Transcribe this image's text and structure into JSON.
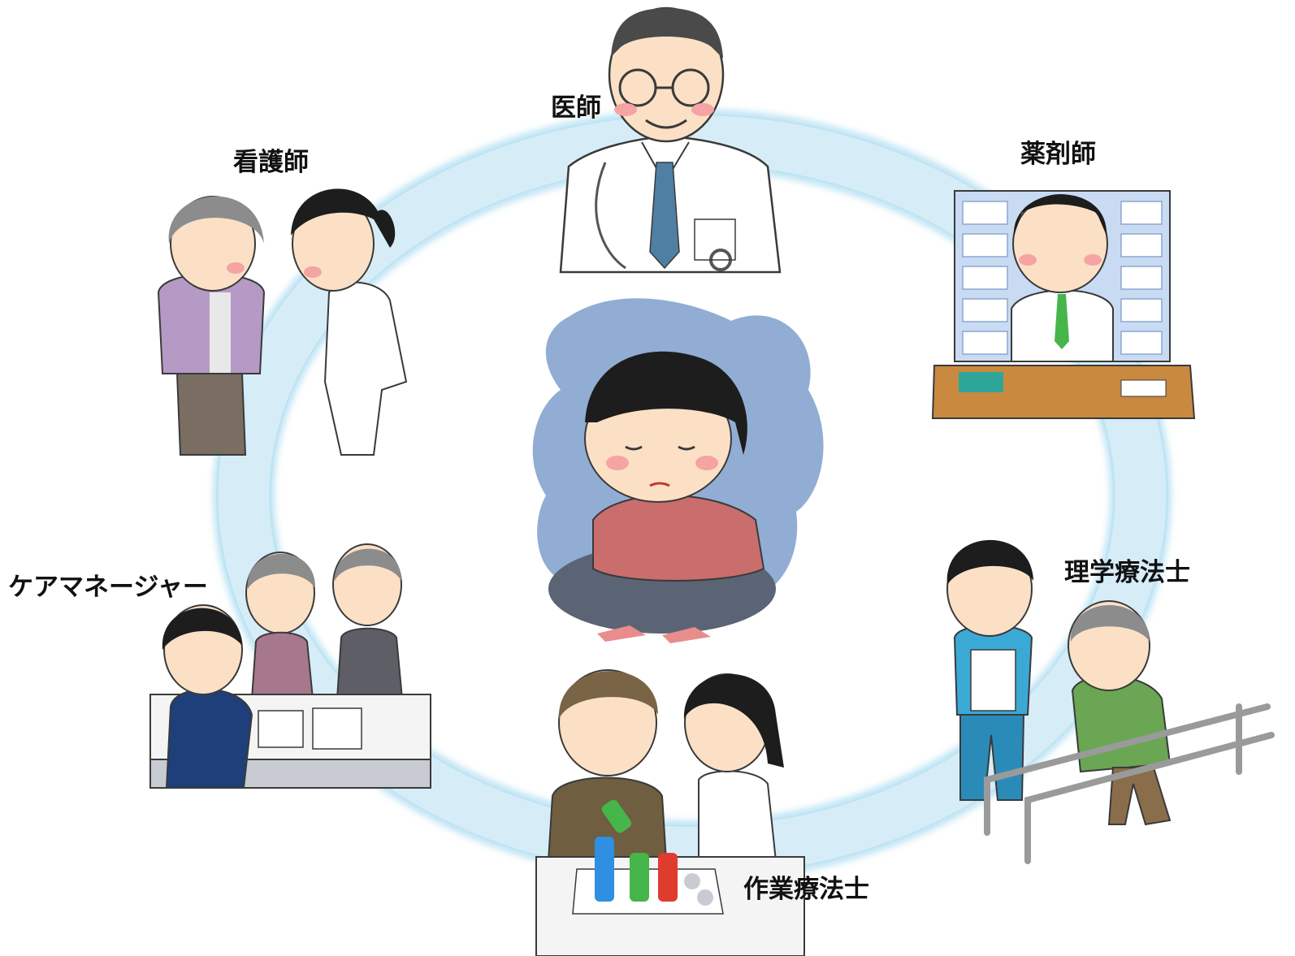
{
  "roles": {
    "doctor": "医師",
    "nurse": "看護師",
    "pharmacist": "薬剤師",
    "care_manager": "ケアマネージャー",
    "physical_therapist": "理学療法士",
    "occupational_therapist": "作業療法士"
  },
  "colors": {
    "ring": "#cde8f5",
    "ring_glow": "#8fd0ec",
    "cloud": "#7f9fcc",
    "skin": "#fbe0c6",
    "cheek": "#f5a3a3",
    "hair_black": "#1d1d1d",
    "hair_gray": "#8c8c8c",
    "coat_white": "#ffffff",
    "line": "#3a3a3a",
    "shelf_blue": "#a8c4ec",
    "desk_wood": "#c9893f",
    "tie": "#4f7fa3",
    "patient_sweater": "#c96d6d",
    "patient_pants": "#5b6474",
    "pt_shirt": "#3aa9d6",
    "elder_green": "#6aa653",
    "tube_blue": "#2f8fe0",
    "tube_green": "#46b54a",
    "tube_red": "#e03b2f"
  }
}
